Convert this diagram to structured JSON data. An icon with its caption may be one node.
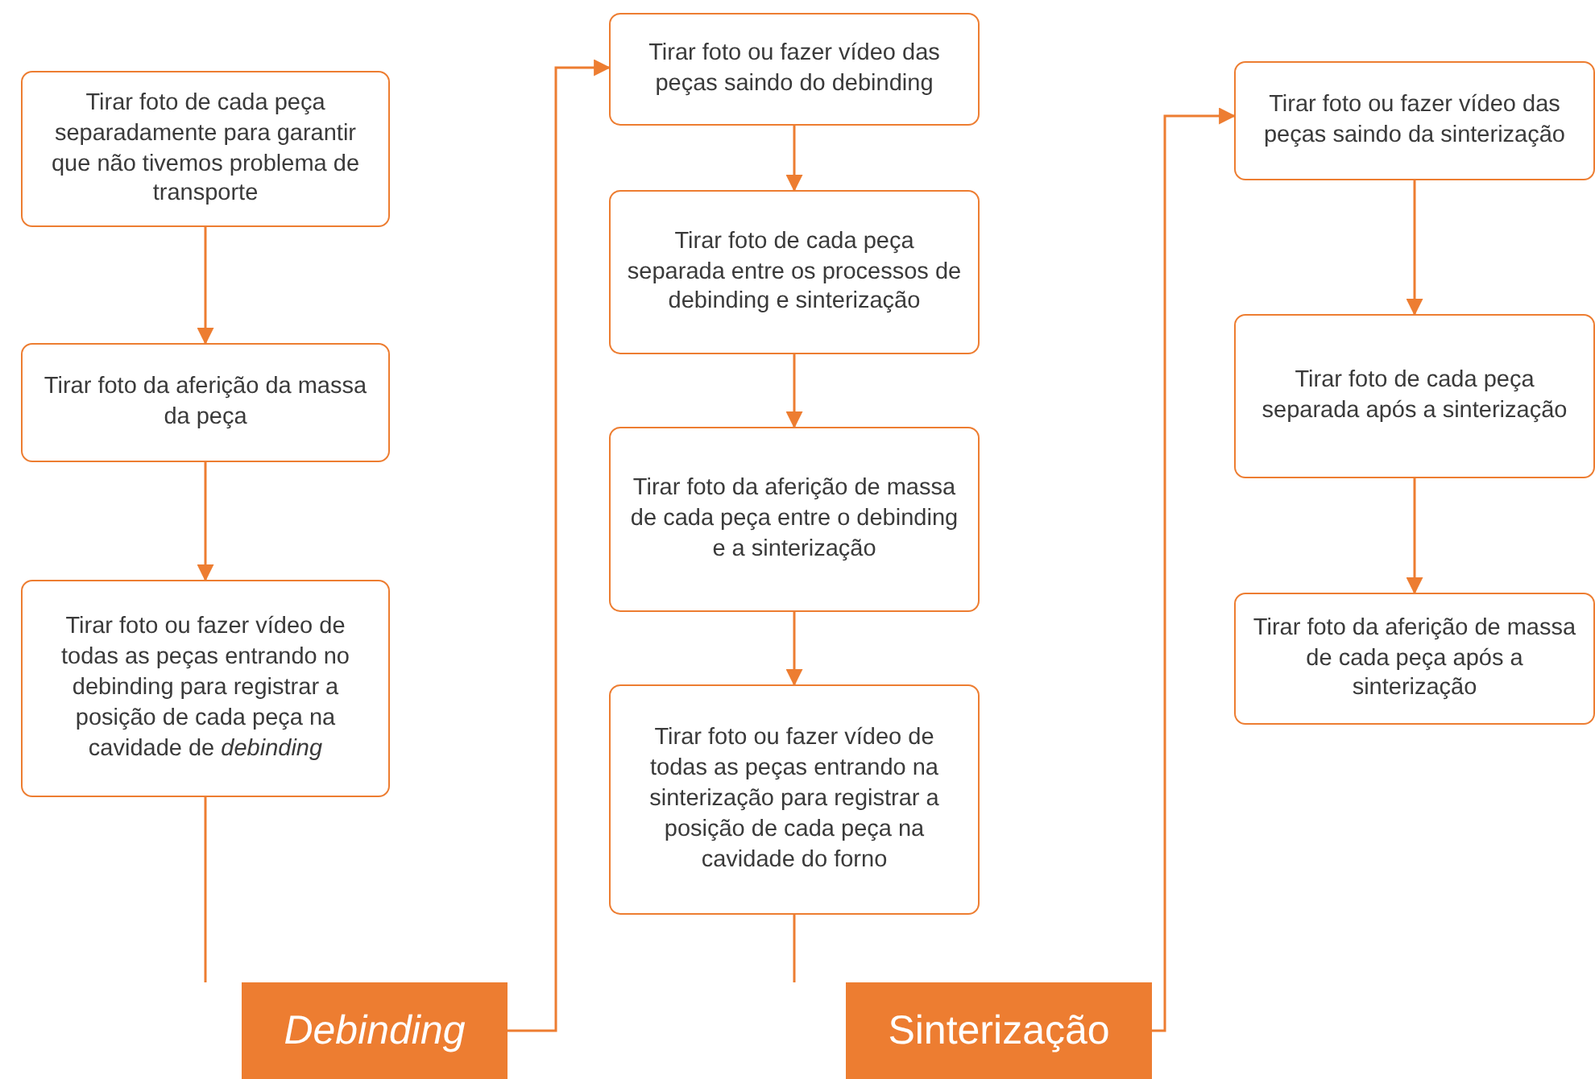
{
  "diagram": {
    "nodes": [
      {
        "text": [
          "Tirar foto de cada peça separadamente para garantir que não tivemos problema de transporte"
        ]
      },
      {
        "text": [
          "Tirar foto da aferição da massa da peça"
        ]
      },
      {
        "text": [
          "Tirar foto ou fazer vídeo de todas as peças entrando no debinding para registrar a posição de cada peça na cavidade de *debinding*"
        ]
      },
      {
        "text": [
          "Debinding"
        ]
      },
      {
        "text": [
          "Tirar foto ou fazer vídeo das peças saindo do debinding"
        ]
      },
      {
        "text": [
          "Tirar foto de cada peça separada entre os processos de debinding e sinterização"
        ]
      },
      {
        "text": [
          "Tirar foto da aferição de massa de cada peça entre o debinding e a sinterização"
        ]
      },
      {
        "text": [
          "Tirar foto ou fazer vídeo de todas as peças entrando na sinterização para registrar a posição de cada peça na cavidade do forno"
        ]
      },
      {
        "text": [
          "Sinterização"
        ]
      },
      {
        "text": [
          "Tirar foto ou fazer vídeo das peças saindo da sinterização"
        ]
      },
      {
        "text": [
          "Tirar foto de cada peça separada após a sinterização"
        ]
      },
      {
        "text": [
          "Tirar foto da aferição de massa de cada peça após a sinterização"
        ]
      }
    ],
    "edges": [
      {
        "from": 0,
        "to": 1,
        "arrow": "to"
      },
      {
        "from": 1,
        "to": 2,
        "arrow": "to"
      },
      {
        "from": 2,
        "to": 3,
        "arrow": "none"
      },
      {
        "from": 3,
        "to": 4,
        "arrow": "to"
      },
      {
        "from": 4,
        "to": 5,
        "arrow": "to"
      },
      {
        "from": 5,
        "to": 6,
        "arrow": "to"
      },
      {
        "from": 6,
        "to": 7,
        "arrow": "to"
      },
      {
        "from": 7,
        "to": 8,
        "arrow": "none"
      },
      {
        "from": 8,
        "to": 9,
        "arrow": "to"
      },
      {
        "from": 9,
        "to": 10,
        "arrow": "to"
      },
      {
        "from": 10,
        "to": 11,
        "arrow": "to"
      }
    ]
  }
}
